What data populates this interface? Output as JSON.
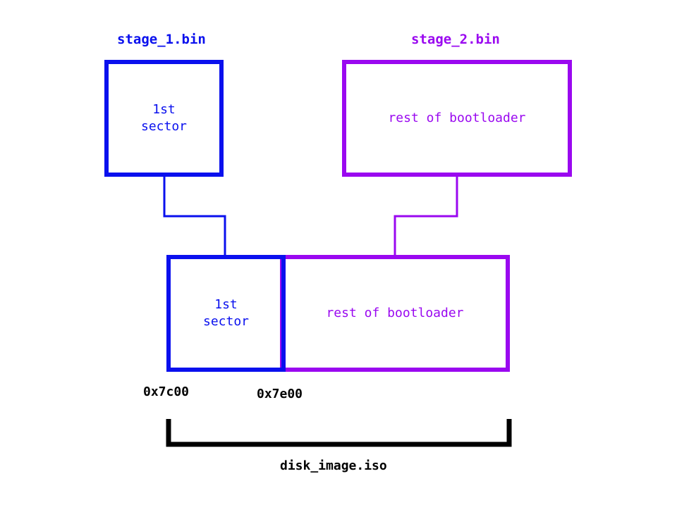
{
  "colors": {
    "stage1": "#0a10ee",
    "stage2": "#9a08f0",
    "disk": "#000000"
  },
  "stage1": {
    "title": "stage_1.bin",
    "box_line1": "1st",
    "box_line2": "sector"
  },
  "stage2": {
    "title": "stage_2.bin",
    "box_text": "rest of bootloader"
  },
  "disk": {
    "sector_line1": "1st",
    "sector_line2": "sector",
    "rest_text": "rest of bootloader",
    "addr_start": "0x7c00",
    "addr_split": "0x7e00",
    "label": "disk_image.iso"
  }
}
